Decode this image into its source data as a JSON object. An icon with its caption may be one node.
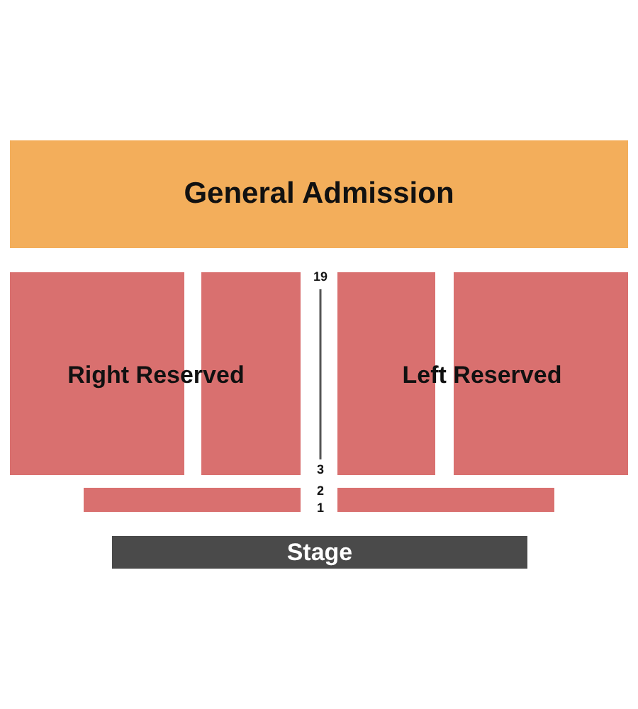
{
  "diagram": {
    "nodes": [
      {
        "text": [
          "General Admission"
        ]
      },
      {
        "text": [],
        "shape": "box"
      },
      {
        "text": [],
        "shape": "box"
      },
      {
        "text": [],
        "shape": "box"
      },
      {
        "text": [],
        "shape": "box"
      },
      {
        "text": [],
        "shape": "bar"
      },
      {
        "text": [],
        "shape": "bar"
      },
      {
        "text": [
          "Stage"
        ]
      }
    ],
    "labels": [
      "19",
      "Right Reserved",
      "Left Reserved",
      "3",
      "2",
      "1"
    ]
  }
}
